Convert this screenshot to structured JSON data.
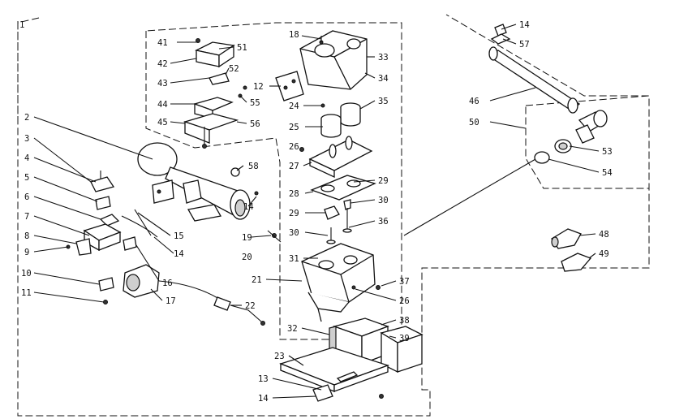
{
  "callouts": {
    "c1": "1",
    "c2": "2",
    "c3": "3",
    "c4": "4",
    "c5": "5",
    "c6": "6",
    "c7": "7",
    "c8": "8",
    "c9": "9",
    "c10": "10",
    "c11": "11",
    "c12": "12",
    "c13": "13",
    "c14": "14",
    "c15": "15",
    "c16": "16",
    "c17": "17",
    "c18": "18",
    "c19": "19",
    "c20": "20",
    "c21": "21",
    "c22": "22",
    "c23": "23",
    "c24": "24",
    "c25": "25",
    "c26": "26",
    "c27": "27",
    "c28": "28",
    "c29": "29",
    "c30": "30",
    "c31": "31",
    "c32": "32",
    "c33": "33",
    "c34": "34",
    "c35": "35",
    "c36": "36",
    "c37": "37",
    "c38": "38",
    "c39": "39",
    "c41": "41",
    "c42": "42",
    "c43": "43",
    "c44": "44",
    "c45": "45",
    "c46": "46",
    "c48": "48",
    "c49": "49",
    "c50": "50",
    "c51": "51",
    "c52": "52",
    "c53": "53",
    "c54": "54",
    "c55": "55",
    "c56": "56",
    "c57": "57",
    "c58": "58"
  }
}
